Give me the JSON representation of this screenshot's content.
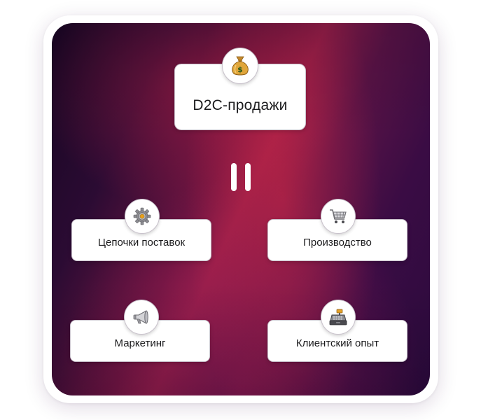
{
  "diagram": {
    "center": {
      "label": "D2C-продажи",
      "icon": "money-bag-icon"
    },
    "connector": "equals-sign",
    "components": [
      {
        "label": "Цепочки поставок",
        "icon": "gear-icon"
      },
      {
        "label": "Производство",
        "icon": "shopping-cart-icon"
      },
      {
        "label": "Маркетинг",
        "icon": "megaphone-icon"
      },
      {
        "label": "Клиентский опыт",
        "icon": "cash-register-icon"
      }
    ]
  },
  "colors": {
    "card_background": "#ffffff",
    "panel_dark": "#170622",
    "panel_accent": "#8f1d48",
    "text": "#1b1b1d"
  }
}
